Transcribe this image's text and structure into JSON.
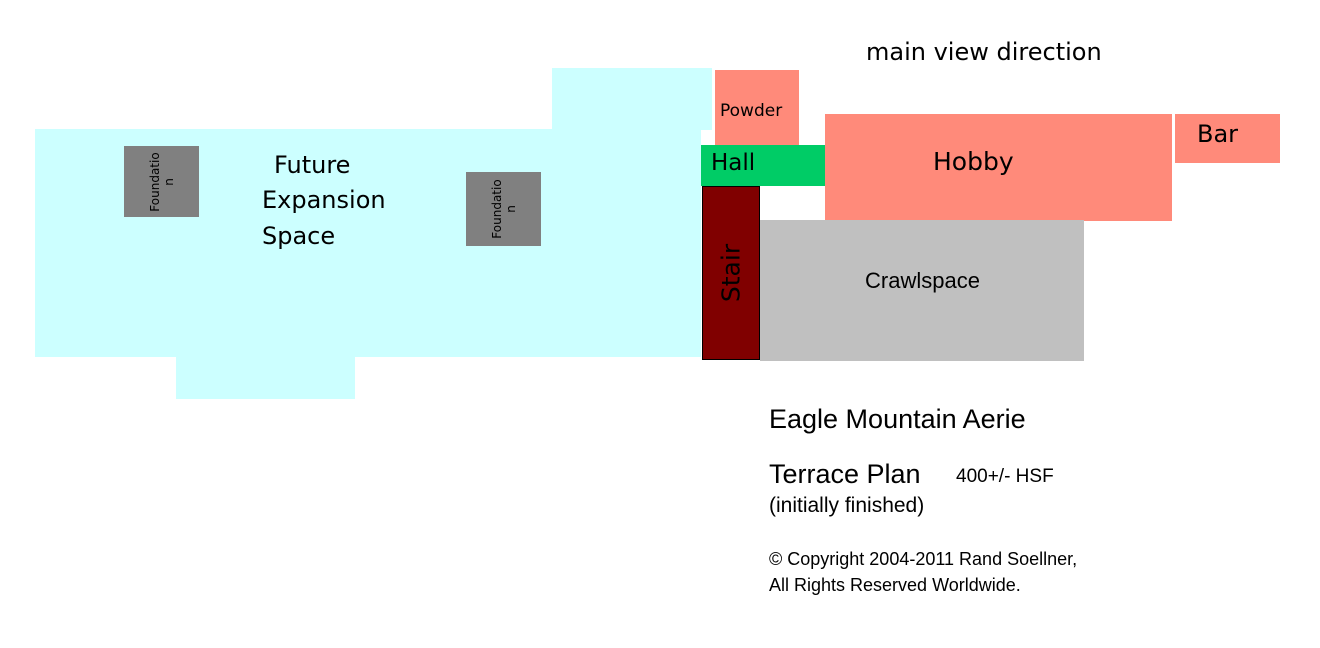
{
  "header": {
    "view_direction": "main view direction"
  },
  "rooms": {
    "future_expansion": {
      "line1": "Future",
      "line2": "Expansion",
      "line3": "Space",
      "color": "#ccffff"
    },
    "foundation_left": {
      "part1": "Foundatio",
      "part2": "n",
      "color": "#808080"
    },
    "foundation_right": {
      "part1": "Foundatio",
      "part2": "n",
      "color": "#808080"
    },
    "powder": {
      "label": "Powder",
      "color": "#ff8a7a"
    },
    "hall": {
      "label": "Hall",
      "color": "#00cc66"
    },
    "hobby": {
      "label": "Hobby",
      "color": "#ff8a7a"
    },
    "bar": {
      "label": "Bar",
      "color": "#ff8a7a"
    },
    "stair": {
      "label": "Stair",
      "color": "#800000"
    },
    "crawlspace": {
      "label": "Crawlspace",
      "color": "#c0c0c0"
    }
  },
  "info": {
    "project": "Eagle Mountain Aerie",
    "plan_name": "Terrace Plan",
    "area": "400+/- HSF",
    "status": "(initially finished)",
    "copyright_line1": "© Copyright 2004-2011 Rand Soellner,",
    "copyright_line2": "All Rights Reserved Worldwide."
  }
}
